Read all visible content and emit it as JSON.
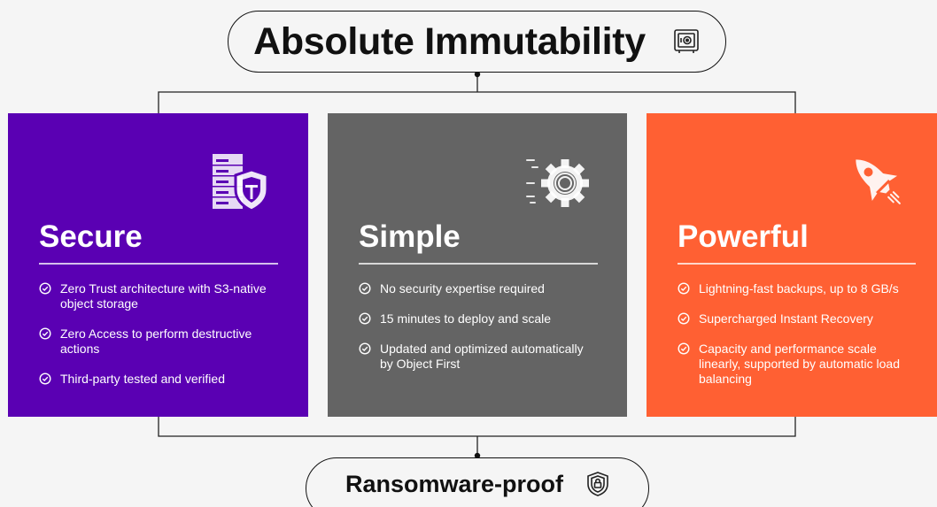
{
  "header": {
    "title": "Absolute Immutability",
    "icon": "safe-icon"
  },
  "footer": {
    "label": "Ransomware-proof",
    "icon": "shield-lock-icon"
  },
  "cards": [
    {
      "title": "Secure",
      "icon": "server-shield-icon",
      "color": "#5a00b3",
      "items": [
        "Zero Trust architecture with S3-native object storage",
        "Zero Access to perform destructive actions",
        "Third-party tested and verified"
      ]
    },
    {
      "title": "Simple",
      "icon": "gear-icon",
      "color": "#646464",
      "items": [
        "No security expertise required",
        "15 minutes to deploy and scale",
        "Updated and optimized automatically by Object First"
      ]
    },
    {
      "title": "Powerful",
      "icon": "rocket-icon",
      "color": "#ff6033",
      "items": [
        "Lightning-fast backups, up to 8 GB/s",
        "Supercharged Instant Recovery",
        "Capacity and performance scale linearly, supported by automatic load balancing"
      ]
    }
  ],
  "colors": {
    "background": "#f5f5f5",
    "line": "#111111"
  }
}
